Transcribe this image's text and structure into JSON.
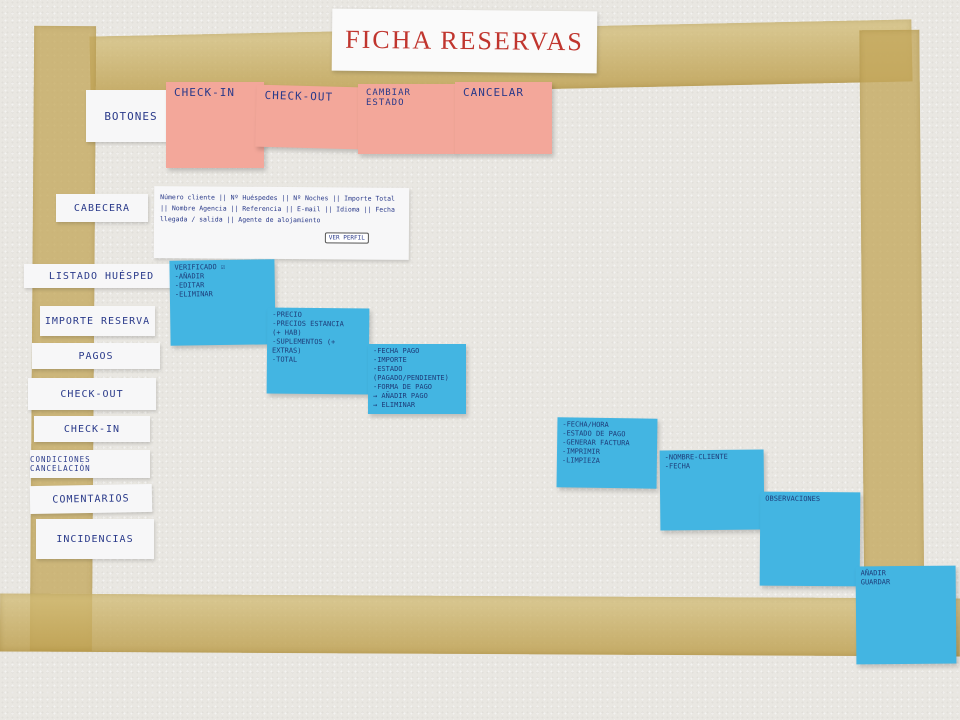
{
  "title": "FICHA RESERVAS",
  "buttons_label": "BOTONES",
  "button_notes": [
    "CHECK-IN",
    "CHECK-OUT",
    "CAMBIAR ESTADO",
    "CANCELAR"
  ],
  "header_label": "CABECERA",
  "header_fields": "Número cliente || Nº Huéspedes || Nº Noches || Importe Total || Nombre Agencia || Referencia || E-mail || Idioma || Fecha llegada / salida || Agente de alojamiento",
  "header_button": "VER PERFIL",
  "side_sections": [
    "LISTADO HUÉSPED",
    "IMPORTE RESERVA",
    "PAGOS",
    "CHECK-OUT",
    "CHECK-IN",
    "CONDICIONES CANCELACIÓN",
    "COMENTARIOS",
    "INCIDENCIAS"
  ],
  "blue_notes": [
    {
      "text": "VERIFICADO ☑\n-AÑADIR\n-EDITAR\n-ELIMINAR"
    },
    {
      "text": "-PRECIO\n-PRECIOS ESTANCIA\n(+ HAB)\n-SUPLEMENTOS (+ EXTRAS)\n-TOTAL"
    },
    {
      "text": "-FECHA PAGO\n-IMPORTE\n-ESTADO (PAGADO/PENDIENTE)\n-FORMA DE PAGO\n→ AÑADIR PAGO\n→ ELIMINAR"
    },
    {
      "text": "-FECHA/HORA\n-ESTADO DE PAGO\n-GENERAR FACTURA\n-IMPRIMIR\n-LIMPIEZA"
    },
    {
      "text": "-NOMBRE-CLIENTE\n-FECHA"
    },
    {
      "text": "OBSERVACIONES"
    },
    {
      "text": "AÑADIR\nGUARDAR"
    }
  ]
}
